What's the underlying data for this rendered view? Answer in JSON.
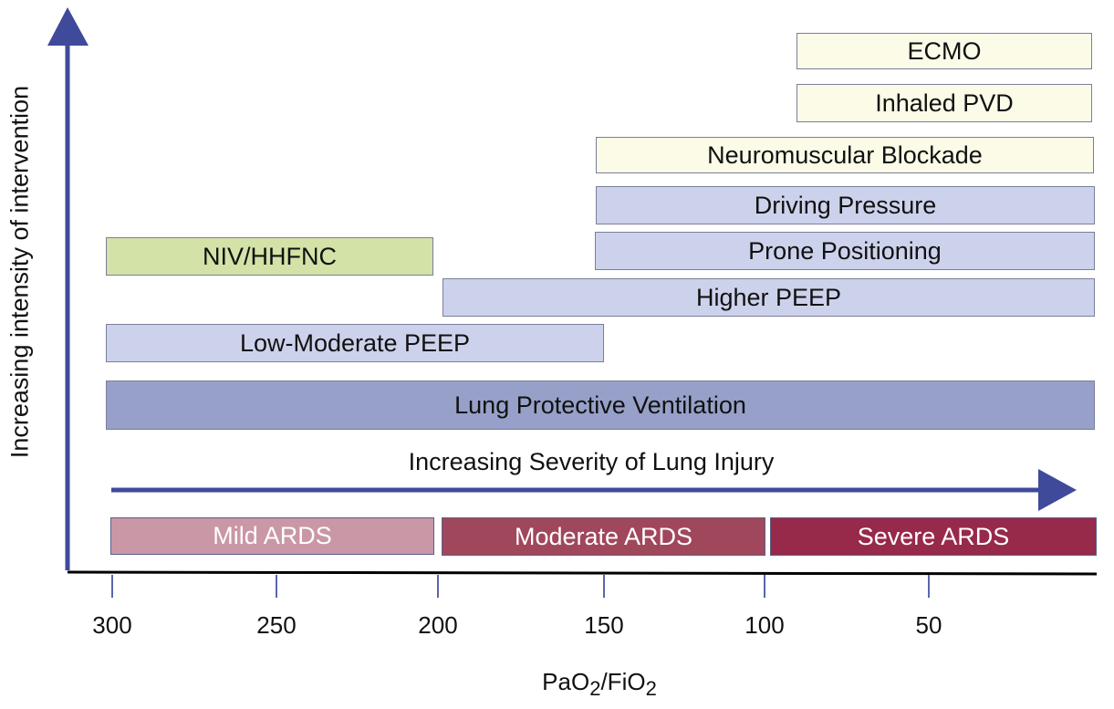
{
  "y_axis_label": "Increasing intensity of intervention",
  "x_axis_label": {
    "base1": "PaO",
    "sub1": "2",
    "mid": "/FiO",
    "sub2": "2"
  },
  "severity_label": "Increasing Severity of Lung Injury",
  "interventions": {
    "ecmo": "ECMO",
    "inhaled_pvd": "Inhaled PVD",
    "nmb": "Neuromuscular Blockade",
    "driving_pressure": "Driving Pressure",
    "prone": "Prone Positioning",
    "niv": "NIV/HHFNC",
    "higher_peep": "Higher PEEP",
    "low_mod_peep": "Low-Moderate PEEP",
    "lpv": "Lung Protective Ventilation"
  },
  "ards": {
    "mild": "Mild ARDS",
    "moderate": "Moderate ARDS",
    "severe": "Severe ARDS"
  },
  "ticks": [
    "300",
    "250",
    "200",
    "150",
    "100",
    "50"
  ],
  "colors": {
    "axis": "#3f4a9a",
    "mild": "#c997a6",
    "moderate": "#a0475c",
    "severe": "#97294a"
  }
}
